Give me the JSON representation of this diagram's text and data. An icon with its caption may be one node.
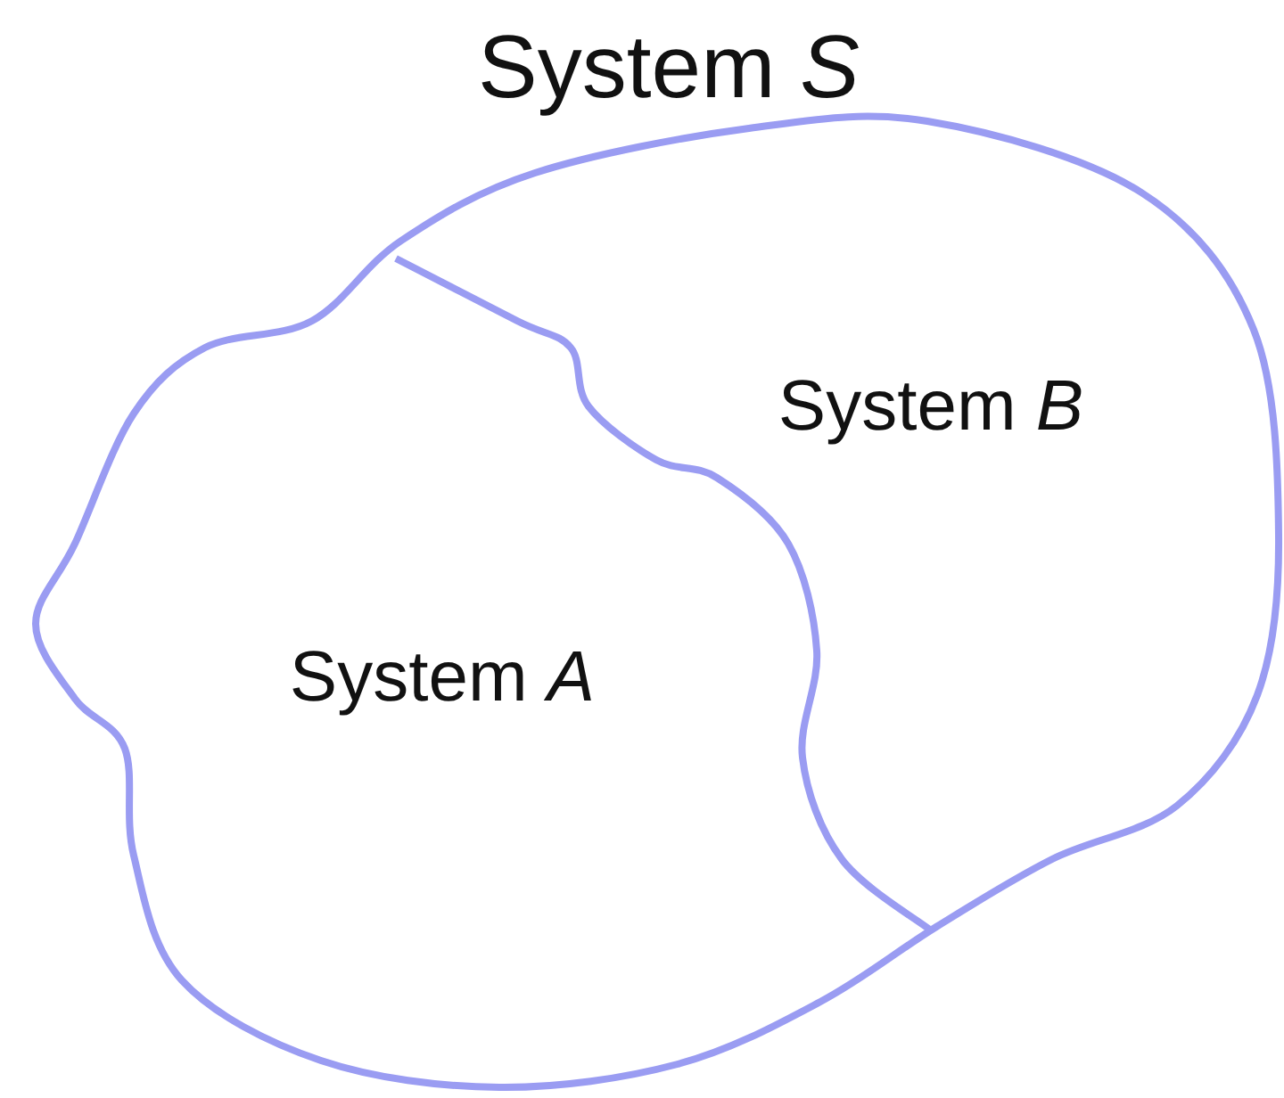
{
  "diagram": {
    "nodes": [
      {
        "text": [
          "System *S*"
        ]
      },
      {
        "text": [
          "System *A*"
        ],
        "in": 0
      },
      {
        "text": [
          "System *B*"
        ],
        "in": 0
      }
    ]
  }
}
